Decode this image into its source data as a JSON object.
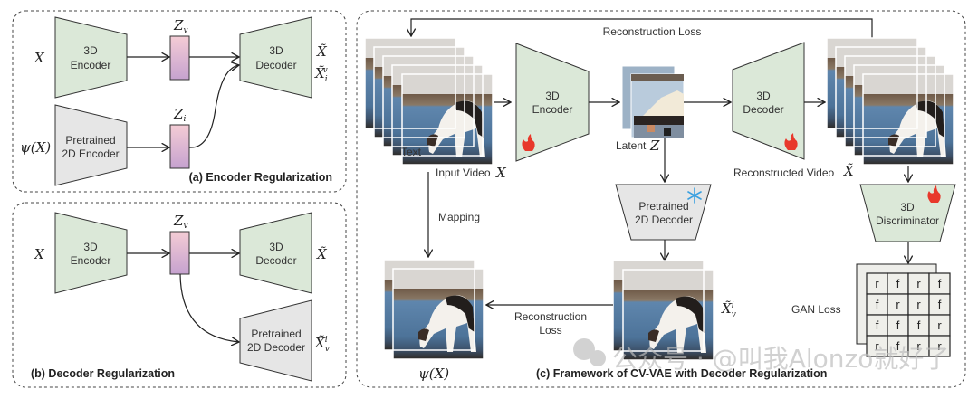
{
  "panels": {
    "a": {
      "caption": "(a) Encoder Regularization",
      "input_top": "X",
      "input_bottom": "ψ(X)",
      "encoder_3d": [
        "3D",
        "Encoder"
      ],
      "encoder_2d": [
        "Pretrained",
        "2D Encoder"
      ],
      "latent_v": "Z",
      "latent_v_sub": "v",
      "latent_i": "Z",
      "latent_i_sub": "i",
      "decoder_3d": [
        "3D",
        "Decoder"
      ],
      "output_1": "X̃",
      "output_2": "X̃",
      "output_2_sub": "i",
      "output_2_sup": "v"
    },
    "b": {
      "caption": "(b) Decoder Regularization",
      "input": "X",
      "encoder_3d": [
        "3D",
        "Encoder"
      ],
      "latent_v": "Z",
      "latent_v_sub": "v",
      "decoder_3d": [
        "3D",
        "Decoder"
      ],
      "decoder_2d": [
        "Pretrained",
        "2D Decoder"
      ],
      "output_1": "X̃",
      "output_2": "X̃",
      "output_2_sub": "v",
      "output_2_sup": "i"
    },
    "c": {
      "caption": "(c)  Framework of CV-VAE with Decoder Regularization",
      "recon_loss_top": "Reconstruction Loss",
      "input_video_label": "Input Video",
      "input_video_var": "X",
      "frame_overlay_text": "Text",
      "encoder_3d": [
        "3D",
        "Encoder"
      ],
      "latent_label": "Latent",
      "latent_var": "Z",
      "decoder_3d": [
        "3D",
        "Decoder"
      ],
      "recon_video_label": "Reconstructed Video",
      "recon_video_var": "X̃",
      "pretrained_decoder": [
        "Pretrained",
        "2D Decoder"
      ],
      "discriminator": [
        "3D",
        "Discriminator"
      ],
      "mapping_label": "Mapping",
      "psi_label": "ψ(X)",
      "recon_loss_bottom": [
        "Reconstruction",
        "Loss"
      ],
      "xvi_label": "X̃",
      "xvi_sub": "v",
      "xvi_sup": "i",
      "gan_loss_label": "GAN Loss",
      "gan_grid": [
        [
          "r",
          "f",
          "r",
          "f"
        ],
        [
          "f",
          "r",
          "r",
          "f"
        ],
        [
          "f",
          "f",
          "f",
          "r"
        ],
        [
          "r",
          "f",
          "r",
          "r"
        ]
      ]
    }
  },
  "icons": {
    "trainable": "fire-icon",
    "frozen": "snowflake-icon"
  },
  "colors": {
    "trainable_block": "#dbe8d8",
    "frozen_block": "#e6e6e6",
    "latent_top": "#f2c9d3",
    "latent_bottom": "#c9a3cf",
    "fire": "#e8382b",
    "snowflake": "#3aa0e0"
  },
  "watermark": "公众号 · @叫我Alonzo就好了"
}
